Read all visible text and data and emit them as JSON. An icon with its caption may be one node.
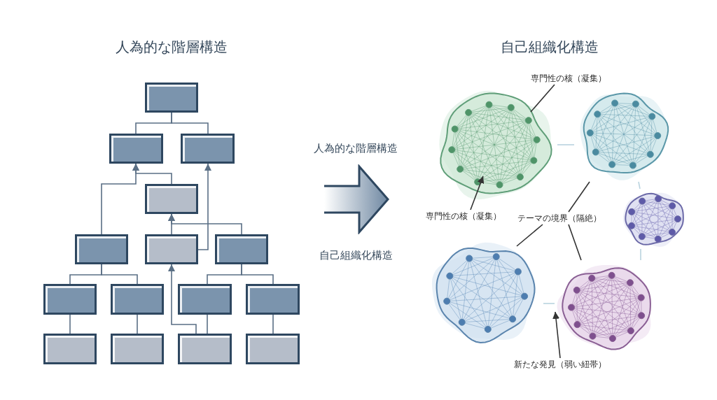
{
  "diagram": {
    "nodes": [
      {
        "text": [],
        "shape": "box"
      },
      {
        "text": [],
        "shape": "box"
      },
      {
        "text": [],
        "shape": "box"
      },
      {
        "text": [],
        "shape": "box"
      },
      {
        "text": [],
        "shape": "box"
      },
      {
        "text": [],
        "shape": "box"
      },
      {
        "text": [],
        "shape": "box"
      },
      {
        "text": [],
        "shape": "box"
      },
      {
        "text": [],
        "shape": "box"
      },
      {
        "text": [],
        "shape": "box"
      },
      {
        "text": [],
        "shape": "box"
      },
      {
        "text": [],
        "shape": "box"
      },
      {
        "text": [],
        "shape": "box"
      },
      {
        "text": [],
        "shape": "box"
      },
      {
        "text": [],
        "shape": "box"
      },
      {
        "text": [],
        "shape": "cloud"
      },
      {
        "text": [],
        "shape": "cloud"
      },
      {
        "text": [],
        "shape": "cloud"
      },
      {
        "text": [],
        "shape": "cloud"
      },
      {
        "text": [],
        "shape": "cloud"
      },
      {
        "text": [
          "専門性の核（凝集）"
        ]
      },
      {
        "text": [
          "専門性の核（凝集）"
        ]
      },
      {
        "text": [
          "テーマの境界（隔絶）"
        ]
      },
      {
        "text": [
          "新たな発見（弱い紐帯）"
        ]
      }
    ],
    "edges": [
      {
        "from": 0,
        "to": 1,
        "arrow": "none"
      },
      {
        "from": 0,
        "to": 2,
        "arrow": "none"
      },
      {
        "from": 4,
        "to": 1,
        "arrow": "to"
      },
      {
        "from": 3,
        "to": 1,
        "arrow": "to"
      },
      {
        "from": 5,
        "to": 3,
        "arrow": "to"
      },
      {
        "from": 6,
        "to": 3,
        "arrow": "to"
      },
      {
        "from": 5,
        "to": 2,
        "arrow": "to"
      },
      {
        "from": 4,
        "to": 7,
        "arrow": "none"
      },
      {
        "from": 4,
        "to": 8,
        "arrow": "none"
      },
      {
        "from": 6,
        "to": 9,
        "arrow": "none"
      },
      {
        "from": 6,
        "to": 10,
        "arrow": "none"
      },
      {
        "from": 7,
        "to": 11,
        "arrow": "none"
      },
      {
        "from": 8,
        "to": 12,
        "arrow": "none"
      },
      {
        "from": 9,
        "to": 13,
        "arrow": "none"
      },
      {
        "from": 10,
        "to": 14,
        "arrow": "none"
      },
      {
        "from": 13,
        "to": 5,
        "arrow": "to"
      },
      {
        "from": 15,
        "to": 16,
        "arrow": "none",
        "color": "#b9d3df"
      },
      {
        "from": 16,
        "to": 17,
        "arrow": "none",
        "color": "#b9d3df"
      },
      {
        "from": 17,
        "to": 19,
        "arrow": "none",
        "color": "#b9d3df"
      },
      {
        "from": 18,
        "to": 19,
        "arrow": "none",
        "color": "#b9d3df"
      },
      {
        "from": 20,
        "to": 15,
        "arrow": "none",
        "color": "#333333"
      },
      {
        "from": 21,
        "to": 15,
        "arrow": "to",
        "color": "#333333"
      },
      {
        "from": 22,
        "to": 16,
        "arrow": "none",
        "color": "#333333"
      },
      {
        "from": 22,
        "to": 18,
        "arrow": "none",
        "color": "#333333"
      },
      {
        "from": 22,
        "to": 19,
        "arrow": "none",
        "color": "#333333"
      },
      {
        "from": 23,
        "to": 19,
        "arrow": "to",
        "color": "#333333"
      }
    ],
    "labels": [
      "人為的な階層構造",
      "自己組織化構造",
      "人為的な階層構造",
      "自己組織化構造"
    ]
  }
}
